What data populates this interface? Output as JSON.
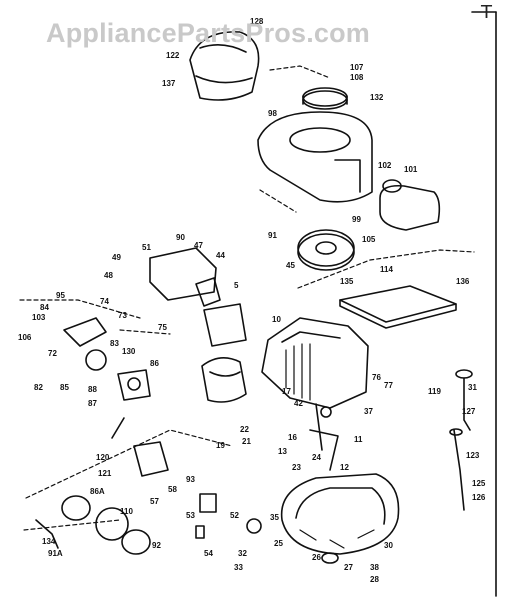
{
  "watermark": "AppliancePartsPros.com",
  "corner_mark": "T",
  "part_labels": [
    "128",
    "122",
    "137",
    "107",
    "108",
    "98",
    "132",
    "102",
    "101",
    "99",
    "91",
    "105",
    "114",
    "90",
    "47",
    "49",
    "51",
    "44",
    "48",
    "45",
    "135",
    "136",
    "95",
    "84",
    "74",
    "73",
    "5",
    "103",
    "106",
    "75",
    "10",
    "72",
    "83",
    "130",
    "86",
    "82",
    "85",
    "88",
    "87",
    "76",
    "77",
    "119",
    "17",
    "42",
    "37",
    "16",
    "31",
    "127",
    "11",
    "22",
    "21",
    "24",
    "12",
    "13",
    "23",
    "19",
    "120",
    "121",
    "93",
    "57",
    "58",
    "53",
    "52",
    "35",
    "86A",
    "110",
    "134",
    "91A",
    "92",
    "123",
    "125",
    "126",
    "26",
    "27",
    "25",
    "32",
    "33",
    "54",
    "38",
    "30",
    "28"
  ]
}
